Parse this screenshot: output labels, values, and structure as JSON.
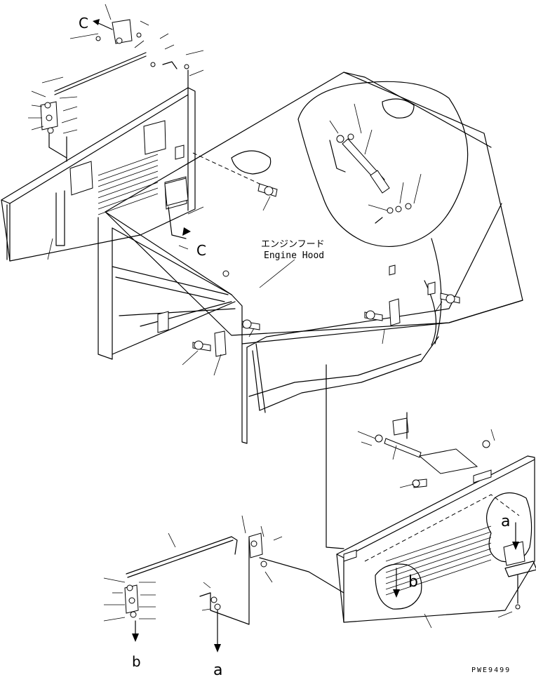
{
  "labels": {
    "hood_jp": "エンジンフード",
    "hood_en": "Engine Hood",
    "ref_c_top": "C",
    "ref_c_mid": "C",
    "ref_a_right": "a",
    "ref_b_panel": "b",
    "ref_b_bottom": "b",
    "ref_a_bottom": "a",
    "drawing_no": "PWE9499"
  }
}
